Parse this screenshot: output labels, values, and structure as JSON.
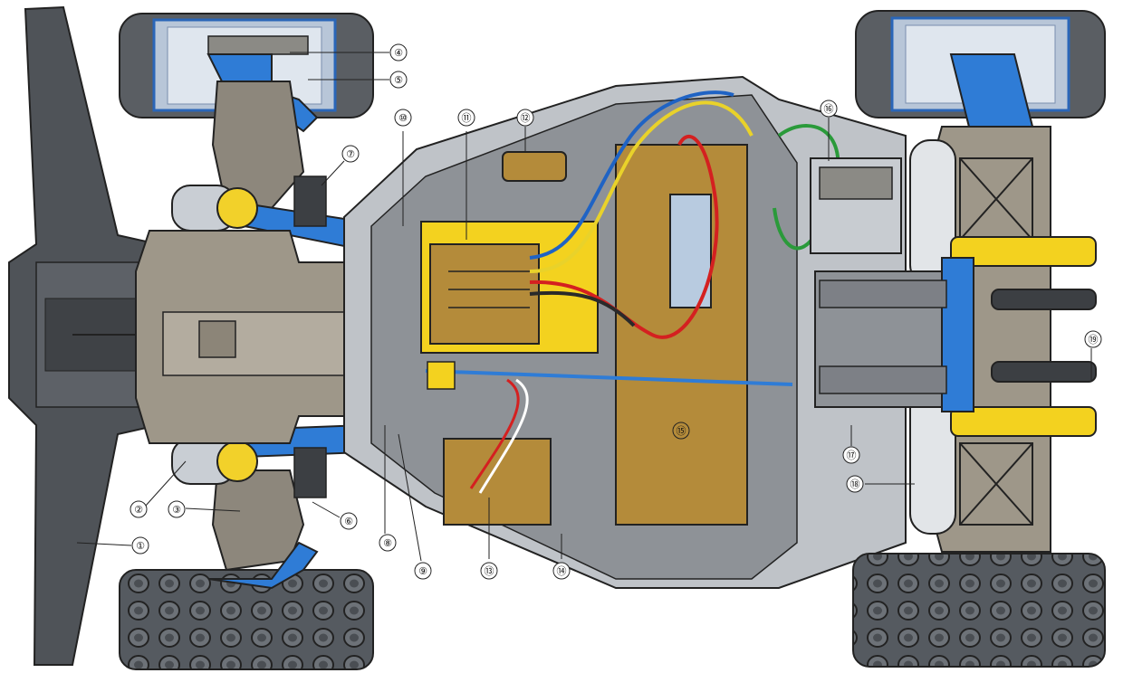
{
  "diagram": {
    "callouts": [
      {
        "id": "wing",
        "label": "①"
      },
      {
        "id": "front-spring",
        "label": "②"
      },
      {
        "id": "front-knuckle",
        "label": "③"
      },
      {
        "id": "front-tire",
        "label": "④"
      },
      {
        "id": "front-wheel",
        "label": "⑤"
      },
      {
        "id": "steering-link",
        "label": "⑥"
      },
      {
        "id": "damper-boot",
        "label": "⑦"
      },
      {
        "id": "rear-arm",
        "label": "⑧"
      },
      {
        "id": "main-chassis",
        "label": "⑨"
      },
      {
        "id": "chassis-brace",
        "label": "⑩"
      },
      {
        "id": "speed-controller",
        "label": "⑪"
      },
      {
        "id": "capacitor",
        "label": "⑫"
      },
      {
        "id": "receiver",
        "label": "⑬"
      },
      {
        "id": "battery-tray",
        "label": "⑭"
      },
      {
        "id": "battery-pack",
        "label": "⑮"
      },
      {
        "id": "motor",
        "label": "⑯"
      },
      {
        "id": "gearbox",
        "label": "⑰"
      },
      {
        "id": "rear-spring",
        "label": "⑱"
      },
      {
        "id": "front-bumper",
        "label": "⑲"
      }
    ]
  }
}
